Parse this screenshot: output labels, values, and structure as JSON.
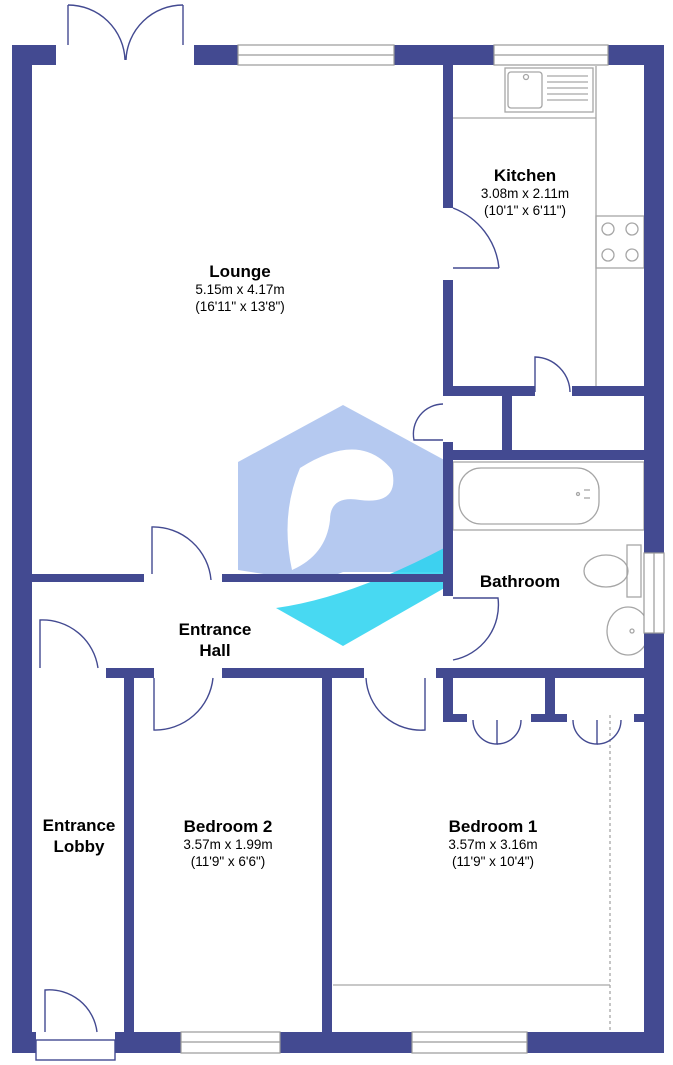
{
  "colors": {
    "wall": "#434a91",
    "fixture": "#a6a6a6",
    "logo_blue": "#4f7fdc",
    "logo_cyan": "#28d2f0",
    "text": "#000000",
    "background": "#ffffff"
  },
  "rooms": {
    "lounge": {
      "name": "Lounge",
      "metric": "5.15m x 4.17m",
      "imperial": "(16'11\" x 13'8\")"
    },
    "kitchen": {
      "name": "Kitchen",
      "metric": "3.08m x 2.11m",
      "imperial": "(10'1\" x 6'11\")"
    },
    "bathroom": {
      "name": "Bathroom"
    },
    "hall": {
      "name_line1": "Entrance",
      "name_line2": "Hall"
    },
    "lobby": {
      "name_line1": "Entrance",
      "name_line2": "Lobby"
    },
    "bedroom2": {
      "name": "Bedroom 2",
      "metric": "3.57m x 1.99m",
      "imperial": "(11'9\" x 6'6\")"
    },
    "bedroom1": {
      "name": "Bedroom 1",
      "metric": "3.57m x 3.16m",
      "imperial": "(11'9\" x 10'4\")"
    }
  },
  "icons": [
    "watermark-logo-icon",
    "sink-icon",
    "hob-icon",
    "bath-icon",
    "toilet-icon",
    "basin-icon"
  ]
}
